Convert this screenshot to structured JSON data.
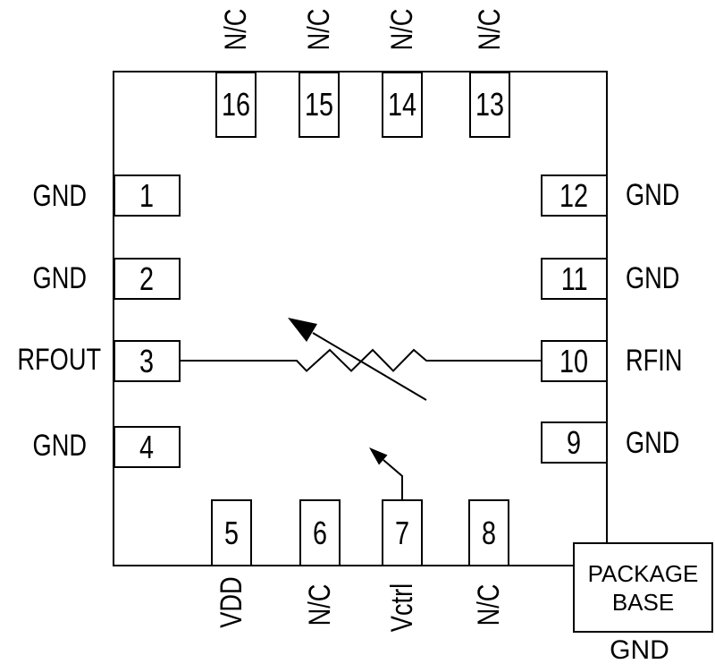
{
  "chip": {
    "left_pins": [
      {
        "num": "1",
        "label": "GND"
      },
      {
        "num": "2",
        "label": "GND"
      },
      {
        "num": "3",
        "label": "RFOUT"
      },
      {
        "num": "4",
        "label": "GND"
      }
    ],
    "right_pins": [
      {
        "num": "12",
        "label": "GND"
      },
      {
        "num": "11",
        "label": "GND"
      },
      {
        "num": "10",
        "label": "RFIN"
      },
      {
        "num": "9",
        "label": "GND"
      }
    ],
    "top_pins": [
      {
        "num": "16",
        "label": "N/C"
      },
      {
        "num": "15",
        "label": "N/C"
      },
      {
        "num": "14",
        "label": "N/C"
      },
      {
        "num": "13",
        "label": "N/C"
      }
    ],
    "bottom_pins": [
      {
        "num": "5",
        "label": "VDD"
      },
      {
        "num": "6",
        "label": "N/C"
      },
      {
        "num": "7",
        "label": "Vctrl"
      },
      {
        "num": "8",
        "label": "N/C"
      }
    ]
  },
  "package_base": {
    "line1": "PACKAGE",
    "line2": "BASE",
    "ground": "GND"
  },
  "symbol": {
    "type": "variable-attenuator-icon",
    "signal_path": "pin3-RFOUT to pin10-RFIN",
    "control_path": "pin7-Vctrl"
  },
  "colors": {
    "line": "#000000",
    "background": "#ffffff"
  }
}
